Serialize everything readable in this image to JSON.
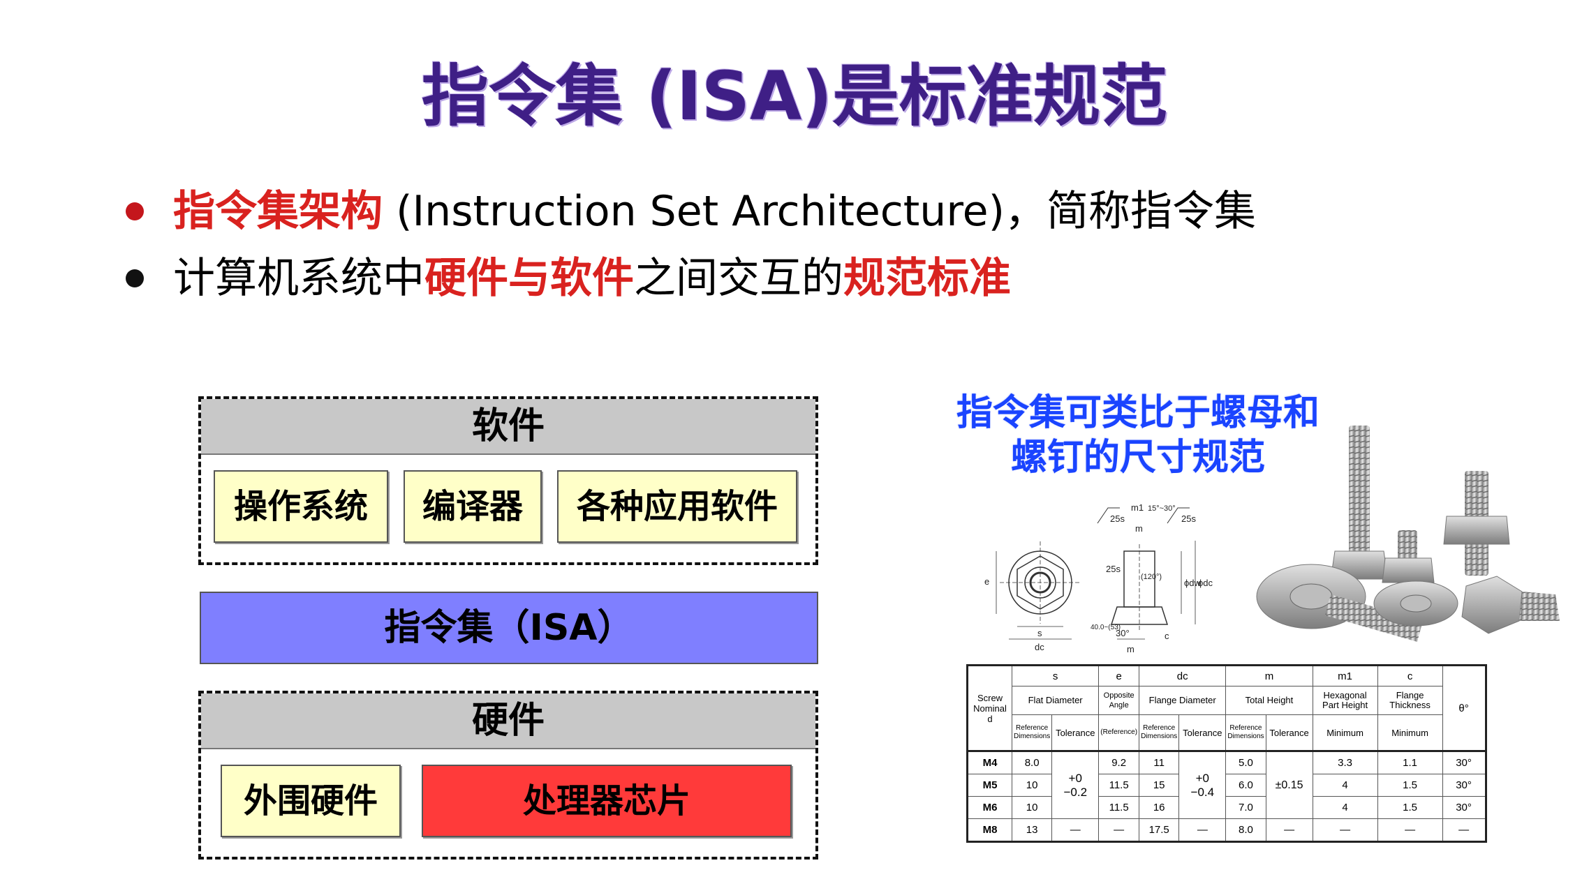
{
  "slide": {
    "title": "指令集 (ISA)是标准规范",
    "bullets": [
      {
        "parts": [
          {
            "text": "指令集架构",
            "highlight": true
          },
          {
            "text": " (Instruction Set Architecture)，简称指令集",
            "highlight": false
          }
        ]
      },
      {
        "parts": [
          {
            "text": "计算机系统中",
            "highlight": false
          },
          {
            "text": "硬件与软件",
            "highlight": true
          },
          {
            "text": "之间交互的",
            "highlight": false
          },
          {
            "text": "规范标准",
            "highlight": true
          }
        ]
      }
    ]
  },
  "diagram": {
    "software_title": "软件",
    "software_items": [
      "操作系统",
      "编译器",
      "各种应用软件"
    ],
    "isa_label": "指令集（ISA）",
    "hardware_title": "硬件",
    "hardware_items": [
      "外围硬件",
      "处理器芯片"
    ]
  },
  "note": {
    "line1": "指令集可类比于螺母和",
    "line2": "螺钉的尺寸规范"
  },
  "drawing_labels": {
    "e": "e",
    "s": "s",
    "dc": "dc",
    "m": "m",
    "m1": "m1",
    "c": "c",
    "dw": "ϕdw",
    "dc2": "ϕdc",
    "s25a": "25s",
    "s25b": "25s",
    "s25c": "25s",
    "angle": "15°~30°",
    "angle2": "(120°)",
    "angle3": "30°",
    "chamfer": "40.0~(53)"
  },
  "spec_table": {
    "symbols": [
      "s",
      "e",
      "dc",
      "m",
      "m1",
      "c"
    ],
    "first_header": [
      "Screw",
      "Nominal",
      "d"
    ],
    "descriptions": [
      "Flat Diameter",
      "Opposite Angle",
      "Flange Diameter",
      "Total Height",
      "Hexagonal Part Height",
      "Flange Thickness"
    ],
    "theta": "θ°",
    "sub_ref": "Reference Dimensions",
    "sub_ref2": "(Reference)",
    "sub_tol": "Tolerance",
    "sub_min": "Minimum",
    "rows": [
      {
        "d": "M4",
        "s": "8.0",
        "e": "9.2",
        "dc": "11",
        "m": "5.0",
        "m1": "3.3",
        "c": "1.1",
        "theta": "30°"
      },
      {
        "d": "M5",
        "s": "10",
        "e": "11.5",
        "dc": "15",
        "m": "6.0",
        "m1": "4",
        "c": "1.5",
        "theta": "30°"
      },
      {
        "d": "M6",
        "s": "10",
        "e": "11.5",
        "dc": "16",
        "m": "7.0",
        "m1": "4",
        "c": "1.5",
        "theta": "30°"
      },
      {
        "d": "M8",
        "s": "13",
        "e": "—",
        "dc": "17.5",
        "m": "8.0",
        "m1": "—",
        "c": "—",
        "theta": "—"
      }
    ],
    "tol_s": [
      "+0",
      "−0.2"
    ],
    "tol_dc": [
      "+0",
      "−0.4"
    ],
    "tol_m": "±0.15",
    "dash": "—"
  },
  "colors": {
    "title": "#3f1f86",
    "highlight": "#d9221f",
    "isa_layer": "#7f7fff",
    "chip": "#ff3a3a",
    "cell_bg": "#ffffc8",
    "note": "#1a44ff"
  }
}
